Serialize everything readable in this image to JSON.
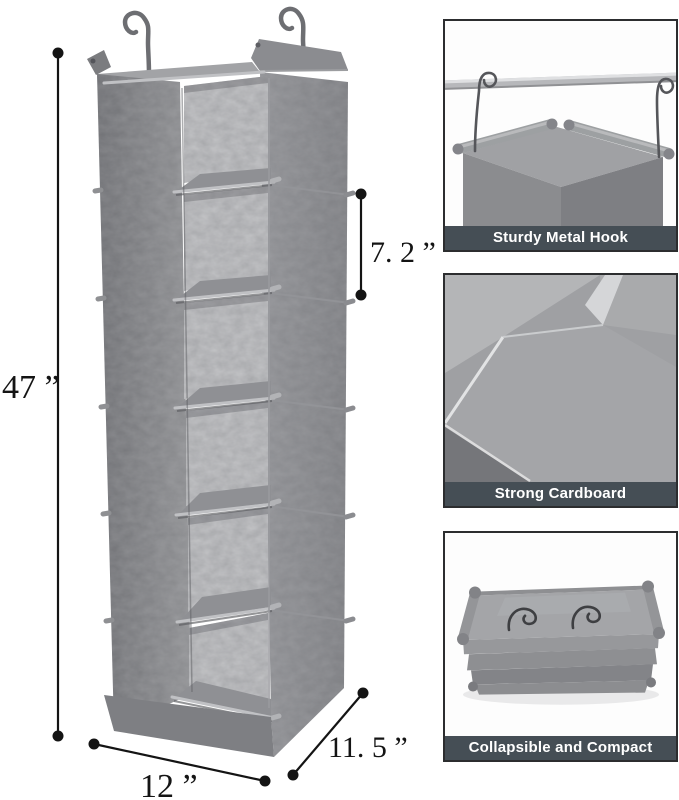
{
  "dimensions": {
    "height": "47 ”",
    "compartment_height": "7. 2 ”",
    "width": "12 ”",
    "depth": "11. 5 ”"
  },
  "insets": [
    {
      "caption": "Sturdy Metal Hook"
    },
    {
      "caption": "Strong Cardboard"
    },
    {
      "caption": "Collapsible and Compact"
    }
  ],
  "colors": {
    "background": "#FFFFFF",
    "caption_bar": "#454E55",
    "caption_text": "#FFFFFF",
    "inset_border": "#2C2D2F",
    "fabric_dark": "#7B7C7F",
    "fabric_mid": "#8A8B8E",
    "fabric_light": "#A6A7AA",
    "metal_hook": "#6D6E72",
    "annotation": "#141414"
  }
}
